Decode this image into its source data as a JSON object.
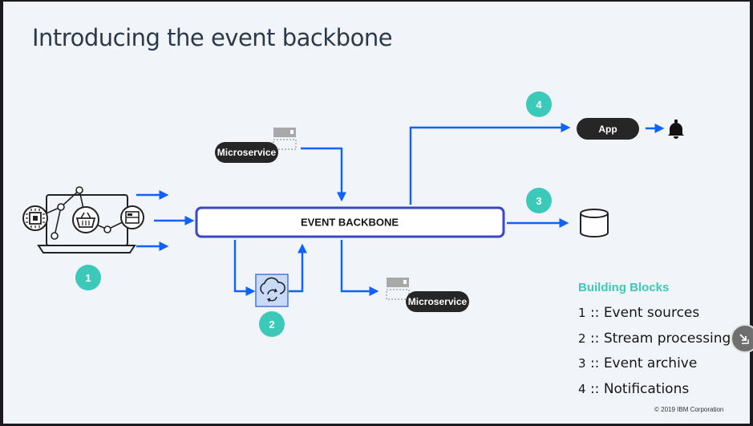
{
  "title": "Introducing the event backbone",
  "diagram": {
    "backbone_label": "EVENT BACKBONE",
    "microservice_top_label": "Microservice",
    "microservice_bottom_label": "Microservice",
    "app_label": "App",
    "badges": [
      "1",
      "2",
      "3",
      "4"
    ]
  },
  "building_blocks": {
    "title": "Building Blocks",
    "items": [
      {
        "num": "1",
        "sep": " :: ",
        "label": "Event sources"
      },
      {
        "num": "2",
        "sep": " :: ",
        "label": "Stream processing"
      },
      {
        "num": "3",
        "sep": " :: ",
        "label": "Event archive"
      },
      {
        "num": "4",
        "sep": " :: ",
        "label": "Notifications"
      }
    ]
  },
  "copyright": "© 2019 IBM Corporation",
  "colors": {
    "arrow": "#0f62fe",
    "teal": "#3dc9b9",
    "backbone_border": "#3b48c4",
    "pill": "#262626"
  }
}
